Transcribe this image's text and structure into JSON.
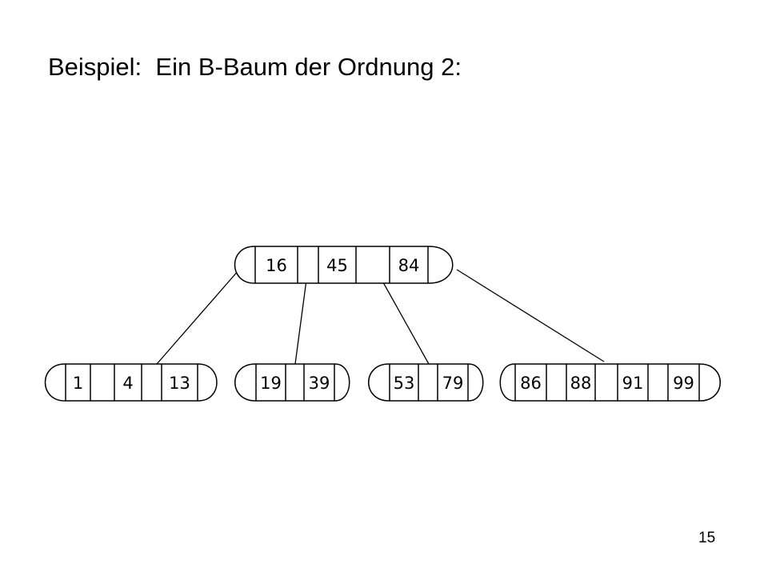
{
  "slide": {
    "title": "Beispiel:  Ein B-Baum der Ordnung 2:",
    "page_number": "15"
  },
  "tree": {
    "root": {
      "keys": [
        "16",
        "45",
        "84"
      ]
    },
    "leaves": [
      {
        "keys": [
          "1",
          "4",
          "13"
        ]
      },
      {
        "keys": [
          "19",
          "39"
        ]
      },
      {
        "keys": [
          "53",
          "79"
        ]
      },
      {
        "keys": [
          "86",
          "88",
          "91",
          "99"
        ]
      }
    ]
  },
  "colors": {
    "stroke": "#000000",
    "background": "#ffffff",
    "text": "#000000"
  }
}
